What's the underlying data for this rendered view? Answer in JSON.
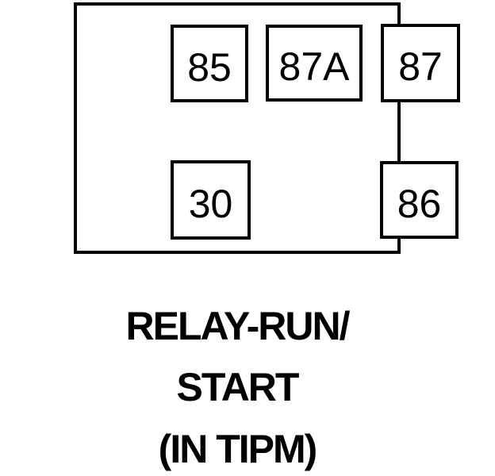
{
  "diagram": {
    "type": "relay-pinout",
    "colors": {
      "line": "#000000",
      "background": "#ffffff",
      "text": "#000000"
    },
    "pins": [
      {
        "label": "85"
      },
      {
        "label": "87A"
      },
      {
        "label": "87"
      },
      {
        "label": "30"
      },
      {
        "label": "86"
      }
    ],
    "caption_lines": [
      "RELAY-RUN/",
      "START",
      "(IN TIPM)"
    ]
  }
}
